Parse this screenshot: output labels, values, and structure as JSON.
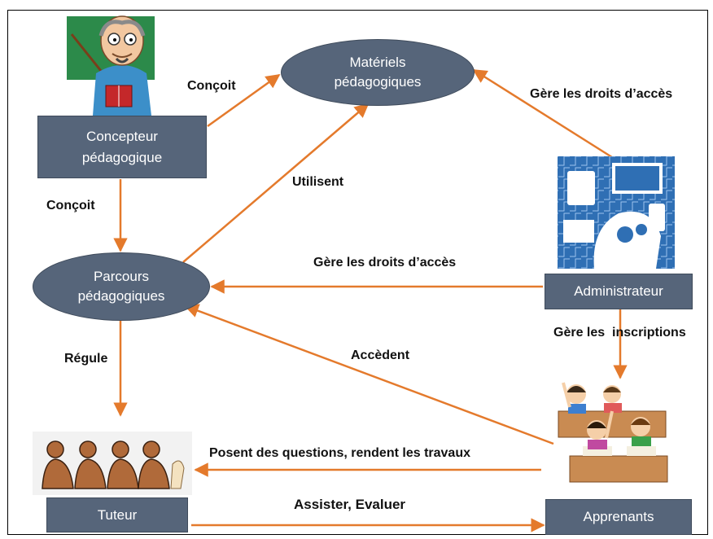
{
  "colors": {
    "node": "#56657a",
    "arrow": "#e47a2c",
    "text_on_node": "#ffffff"
  },
  "nodes": {
    "materiels": "Matériels\npédagogiques",
    "concepteur": "Concepteur\npédagogique",
    "parcours": "Parcours\npédagogiques",
    "administrateur": "Administrateur",
    "tuteur": "Tuteur",
    "apprenants": "Apprenants"
  },
  "edges": {
    "concoit_materiels": "Conçoit",
    "concoit_parcours": "Conçoit",
    "gere_droits_materiels": "Gère les droits d’accès",
    "utilisent": "Utilisent",
    "gere_droits_parcours": "Gère les droits d’accès",
    "gere_inscriptions": "Gère les  inscriptions",
    "accedent": "Accèdent",
    "regule": "Régule",
    "posent_questions": "Posent des questions, rendent les travaux",
    "assister_evaluer": "Assister, Evaluer"
  },
  "illustrations": [
    "teacher-illustration",
    "technology-head-illustration",
    "students-classroom-illustration",
    "tutors-illustration"
  ]
}
